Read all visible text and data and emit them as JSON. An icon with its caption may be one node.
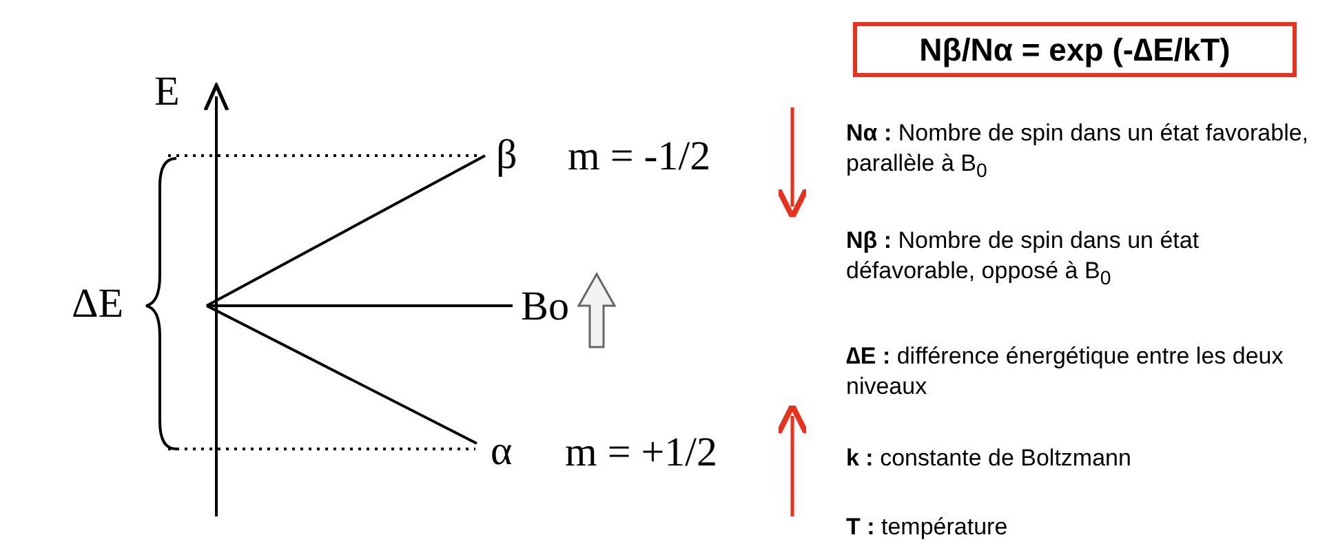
{
  "diagram": {
    "nodes": [
      {
        "text": [
          "Nβ/Nα = exp (-∆E/kT)"
        ]
      }
    ],
    "edges": [],
    "labels": [
      "E",
      "β",
      "m = -1/2",
      "ΔE",
      "Bo",
      "α",
      "m = +1/2",
      "**Nα :** Nombre de spin dans un état favorable, parallèle à B$_{0}$",
      "**Nβ :** Nombre de spin dans un état défavorable, opposé à B$_{0}$",
      "**∆E :** différence énergétique entre les deux niveaux",
      "**k :** constante de Boltzmann",
      "**T :** température"
    ]
  }
}
